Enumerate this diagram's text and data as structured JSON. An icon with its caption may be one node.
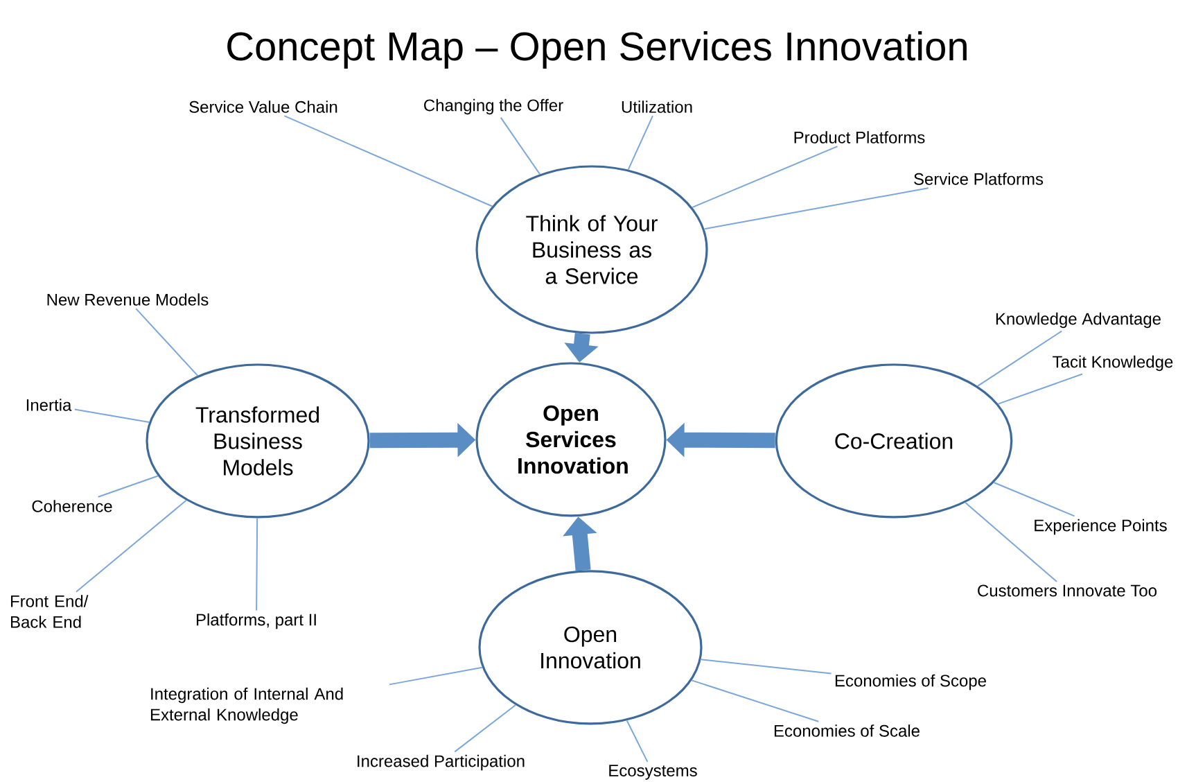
{
  "diagram": {
    "title": "Concept Map – Open Services Innovation",
    "nodes": [
      {
        "text": [
          "Open Services Innovation"
        ]
      },
      {
        "text": [
          "Think of Your Business as a Service"
        ]
      },
      {
        "text": [
          "Transformed Business Models"
        ]
      },
      {
        "text": [
          "Co-Creation"
        ]
      },
      {
        "text": [
          "Open Innovation"
        ]
      },
      {
        "text": [
          "Service Value Chain"
        ]
      },
      {
        "text": [
          "Changing the Offer"
        ]
      },
      {
        "text": [
          "Utilization"
        ]
      },
      {
        "text": [
          "Product Platforms"
        ]
      },
      {
        "text": [
          "Service Platforms"
        ]
      },
      {
        "text": [
          "New Revenue Models"
        ]
      },
      {
        "text": [
          "Inertia"
        ]
      },
      {
        "text": [
          "Coherence"
        ]
      },
      {
        "text": [
          "Front End/ Back End"
        ]
      },
      {
        "text": [
          "Platforms, part II"
        ]
      },
      {
        "text": [
          "Knowledge Advantage"
        ]
      },
      {
        "text": [
          "Tacit Knowledge"
        ]
      },
      {
        "text": [
          "Experience Points"
        ]
      },
      {
        "text": [
          "Customers Innovate Too"
        ]
      },
      {
        "text": [
          "Integration of Internal And External Knowledge"
        ]
      },
      {
        "text": [
          "Increased Participation"
        ]
      },
      {
        "text": [
          "Ecosystems"
        ]
      },
      {
        "text": [
          "Economies of Scope"
        ]
      },
      {
        "text": [
          "Economies of Scale"
        ]
      }
    ],
    "edges": [
      {
        "from": 1,
        "to": 0,
        "arrow": "to",
        "style": "thick"
      },
      {
        "from": 2,
        "to": 0,
        "arrow": "to",
        "style": "thick"
      },
      {
        "from": 3,
        "to": 0,
        "arrow": "to",
        "style": "thick"
      },
      {
        "from": 4,
        "to": 0,
        "arrow": "to",
        "style": "thick"
      },
      {
        "from": 5,
        "to": 1,
        "arrow": "none"
      },
      {
        "from": 6,
        "to": 1,
        "arrow": "none"
      },
      {
        "from": 7,
        "to": 1,
        "arrow": "none"
      },
      {
        "from": 8,
        "to": 1,
        "arrow": "none"
      },
      {
        "from": 9,
        "to": 1,
        "arrow": "none"
      },
      {
        "from": 10,
        "to": 2,
        "arrow": "none"
      },
      {
        "from": 11,
        "to": 2,
        "arrow": "none"
      },
      {
        "from": 12,
        "to": 2,
        "arrow": "none"
      },
      {
        "from": 13,
        "to": 2,
        "arrow": "none"
      },
      {
        "from": 14,
        "to": 2,
        "arrow": "none"
      },
      {
        "from": 15,
        "to": 3,
        "arrow": "none"
      },
      {
        "from": 16,
        "to": 3,
        "arrow": "none"
      },
      {
        "from": 17,
        "to": 3,
        "arrow": "none"
      },
      {
        "from": 18,
        "to": 3,
        "arrow": "none"
      },
      {
        "from": 19,
        "to": 4,
        "arrow": "none"
      },
      {
        "from": 20,
        "to": 4,
        "arrow": "none"
      },
      {
        "from": 21,
        "to": 4,
        "arrow": "none"
      },
      {
        "from": 22,
        "to": 4,
        "arrow": "none"
      },
      {
        "from": 23,
        "to": 4,
        "arrow": "none"
      }
    ]
  }
}
